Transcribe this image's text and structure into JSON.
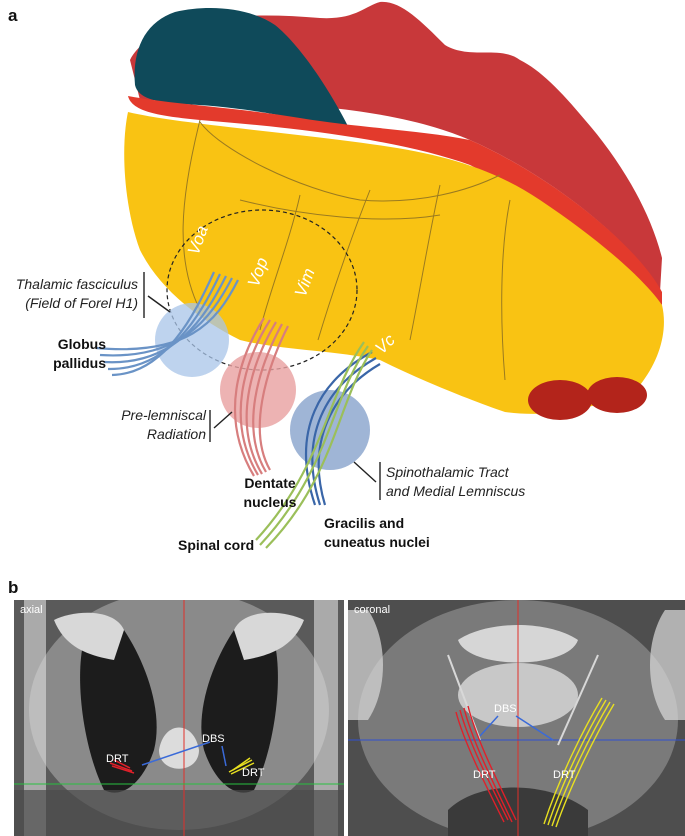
{
  "panel_a": {
    "letter": "a",
    "nuclei": {
      "voa": "Voa",
      "vop": "Vop",
      "vim": "Vim",
      "vc": "Vc"
    },
    "labels": {
      "thalamic_fasciculus_line1": "Thalamic fasciculus",
      "thalamic_fasciculus_line2": "(Field of Forel H1)",
      "globus_pallidus_line1": "Globus",
      "globus_pallidus_line2": "pallidus",
      "pre_lemniscal_line1": "Pre-lemniscal",
      "pre_lemniscal_line2": "Radiation",
      "dentate_line1": "Dentate",
      "dentate_line2": "nucleus",
      "spinothalamic_line1": "Spinothalamic Tract",
      "spinothalamic_line2": "and Medial Lemniscus",
      "gracilis_line1": "Gracilis and",
      "gracilis_line2": "cuneatus nuclei",
      "spinal_cord": "Spinal cord"
    },
    "colors": {
      "thalamus_yellow": "#f9c313",
      "cortex_red": "#c8383a",
      "red_band": "#e33a2c",
      "dark_teal": "#0f4a5a",
      "dark_red_nodes": "#b3241b",
      "pallidal_blue": "#6a93c6",
      "cerebellar_red": "#d77e7e",
      "lemniscal_blue": "#3a66a8",
      "spinal_green": "#9bbf5a"
    }
  },
  "panel_b": {
    "letter": "b",
    "axial": {
      "view_label": "axial",
      "dbs": "DBS",
      "drt_left": "DRT",
      "drt_right": "DRT"
    },
    "coronal": {
      "view_label": "coronal",
      "dbs": "DBS",
      "drt_left": "DRT",
      "drt_right": "DRT"
    },
    "colors": {
      "crosshair_red": "#e0302a",
      "crosshair_green": "#28c040",
      "crosshair_blue": "#3050d0",
      "tract_red": "#e0202a",
      "tract_yellow": "#e8e020"
    }
  }
}
